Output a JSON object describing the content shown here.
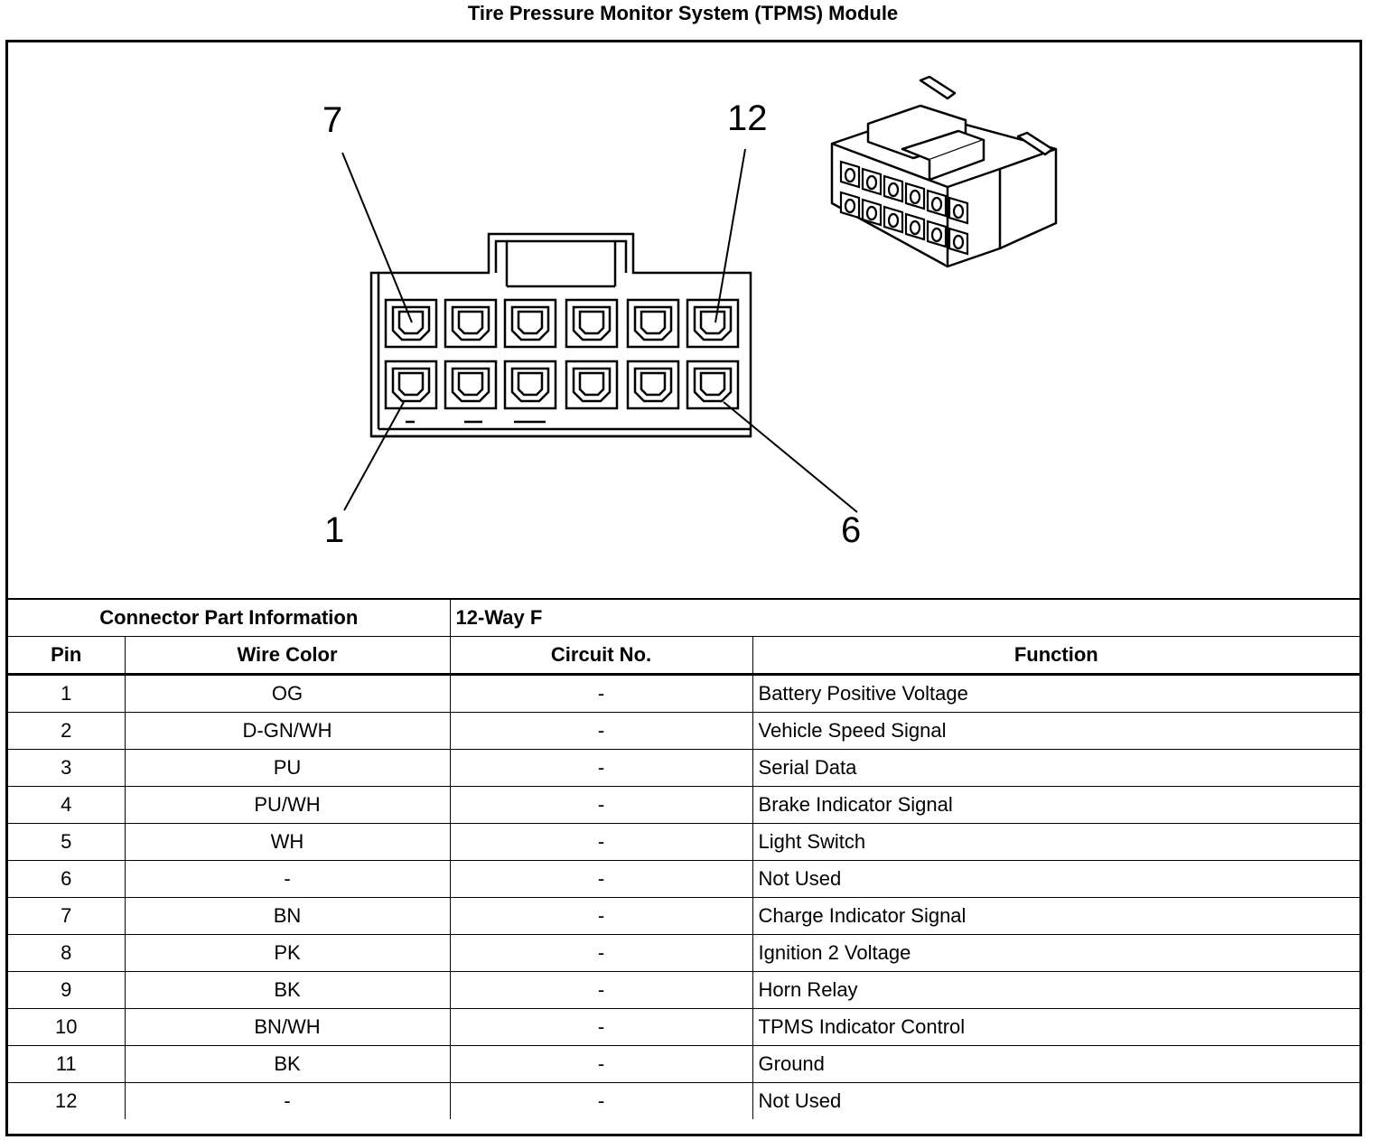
{
  "title": "Tire Pressure Monitor System (TPMS) Module",
  "diagram": {
    "callouts": [
      {
        "pin": "7"
      },
      {
        "pin": "12"
      },
      {
        "pin": "1"
      },
      {
        "pin": "6"
      }
    ],
    "icons": [
      "connector-face-drawing",
      "connector-3d-drawing"
    ]
  },
  "connector_info": {
    "label": "Connector Part Information",
    "value": "12-Way F"
  },
  "columns": {
    "pin": "Pin",
    "wire_color": "Wire Color",
    "circuit": "Circuit No.",
    "function": "Function"
  },
  "rows": [
    {
      "pin": "1",
      "wire_color": "OG",
      "circuit": "-",
      "function": "Battery Positive Voltage"
    },
    {
      "pin": "2",
      "wire_color": "D-GN/WH",
      "circuit": "-",
      "function": "Vehicle Speed Signal"
    },
    {
      "pin": "3",
      "wire_color": "PU",
      "circuit": "-",
      "function": "Serial Data"
    },
    {
      "pin": "4",
      "wire_color": "PU/WH",
      "circuit": "-",
      "function": "Brake Indicator Signal"
    },
    {
      "pin": "5",
      "wire_color": "WH",
      "circuit": "-",
      "function": "Light Switch"
    },
    {
      "pin": "6",
      "wire_color": "-",
      "circuit": "-",
      "function": "Not Used"
    },
    {
      "pin": "7",
      "wire_color": "BN",
      "circuit": "-",
      "function": "Charge Indicator Signal"
    },
    {
      "pin": "8",
      "wire_color": "PK",
      "circuit": "-",
      "function": "Ignition 2 Voltage"
    },
    {
      "pin": "9",
      "wire_color": "BK",
      "circuit": "-",
      "function": "Horn Relay"
    },
    {
      "pin": "10",
      "wire_color": "BN/WH",
      "circuit": "-",
      "function": "TPMS Indicator Control"
    },
    {
      "pin": "11",
      "wire_color": "BK",
      "circuit": "-",
      "function": "Ground"
    },
    {
      "pin": "12",
      "wire_color": "-",
      "circuit": "-",
      "function": "Not Used"
    }
  ]
}
